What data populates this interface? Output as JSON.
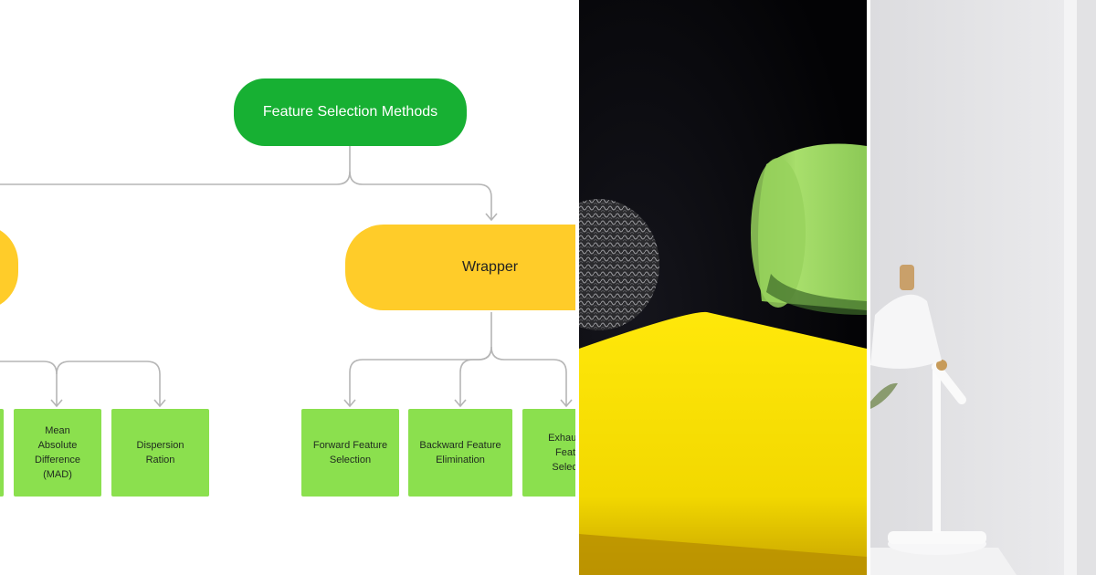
{
  "diagram": {
    "root": {
      "label": "Feature Selection Methods"
    },
    "branches": [
      {
        "label": "",
        "children": [
          {
            "label": ""
          },
          {
            "label": "Mean Absolute Difference (MAD)"
          },
          {
            "label": "Dispersion Ration"
          }
        ]
      },
      {
        "label": "Wrapper",
        "children": [
          {
            "label": "Forward Feature Selection"
          },
          {
            "label": "Backward Feature Elimination"
          },
          {
            "label": "Exhaustive Feature Selection"
          }
        ]
      }
    ],
    "colors": {
      "root": "#17b033",
      "branch": "#ffcc29",
      "leaf": "#8be04e",
      "connector": "#b5b5b5"
    }
  },
  "photos": [
    {
      "name": "sponge-and-scrubber-photo"
    },
    {
      "name": "white-desk-lamp-photo"
    }
  ]
}
